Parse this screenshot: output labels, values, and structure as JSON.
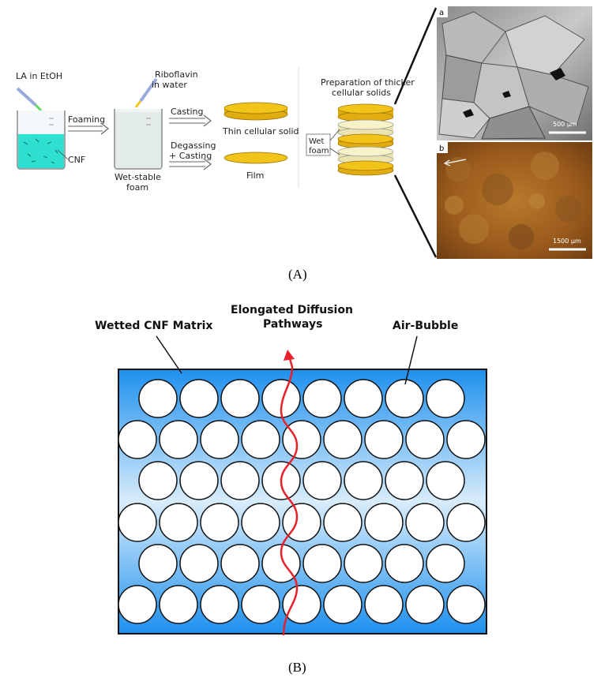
{
  "panel_a": {
    "label": "(A)",
    "reagent_1": "LA in EtOH",
    "reagent_2_line1": "Riboflavin",
    "reagent_2_line2": "in water",
    "beaker_1_label": "CNF",
    "step_foaming": "Foaming",
    "foam_line1": "Wet-stable",
    "foam_line2": "foam",
    "step_casting": "Casting",
    "step_degassing_line1": "Degassing",
    "step_degassing_line2": "+ Casting",
    "product_1": "Thin cellular solid",
    "product_2": "Film",
    "thick_title_line1": "Preparation of thicker",
    "thick_title_line2": "cellular solids",
    "wet_foam_line1": "Wet",
    "wet_foam_line2": "foam",
    "micro_a_tag": "a",
    "micro_a_scale": "500 μm",
    "micro_b_tag": "b",
    "micro_b_scale": "1500 μm"
  },
  "panel_b": {
    "label": "(B)",
    "matrix_label": "Wetted CNF Matrix",
    "pathway_line1": "Elongated Diffusion",
    "pathway_line2": "Pathways",
    "bubble_label": "Air-Bubble"
  },
  "colors": {
    "liquid": "#2ee0d0",
    "disc_gold": "#f2c41a",
    "disc_cream": "#f7f2c8",
    "matrix_blue": "#2196f3",
    "pathway_red": "#e8202a"
  }
}
